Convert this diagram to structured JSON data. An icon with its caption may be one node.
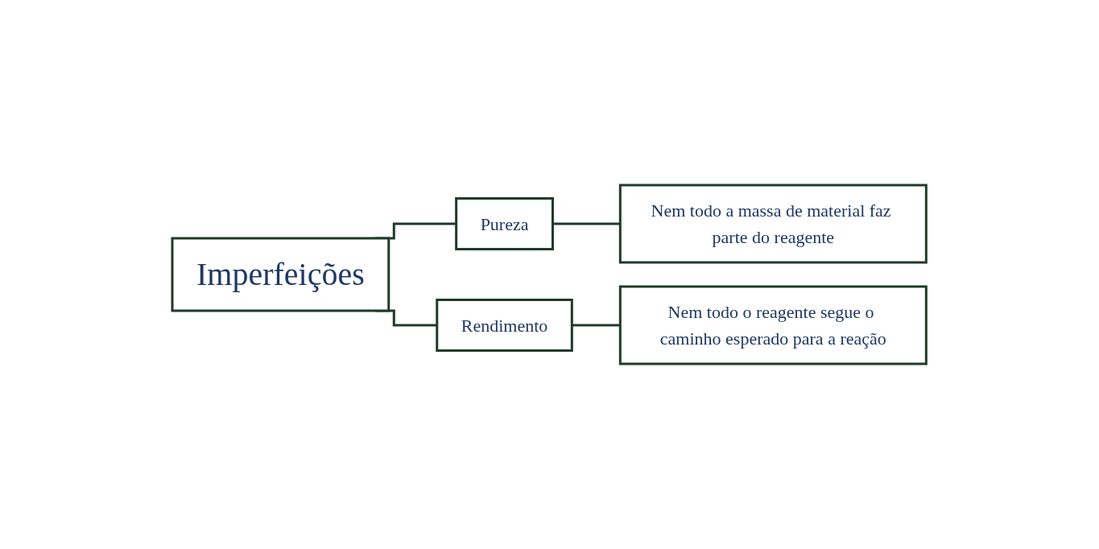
{
  "diagram": {
    "nodes": [
      {
        "text": [
          "Imperfeições"
        ]
      },
      {
        "text": [
          "Pureza"
        ]
      },
      {
        "text": [
          "Rendimento"
        ]
      },
      {
        "text": [
          "Nem todo a massa de material faz parte do reagente"
        ]
      },
      {
        "text": [
          "Nem todo o reagente segue o caminho esperado para a reação"
        ]
      }
    ],
    "edges": [
      {
        "from": 0,
        "to": 1,
        "arrow": "none"
      },
      {
        "from": 0,
        "to": 2,
        "arrow": "none"
      },
      {
        "from": 1,
        "to": 3,
        "arrow": "none"
      },
      {
        "from": 2,
        "to": 4,
        "arrow": "none"
      }
    ]
  }
}
